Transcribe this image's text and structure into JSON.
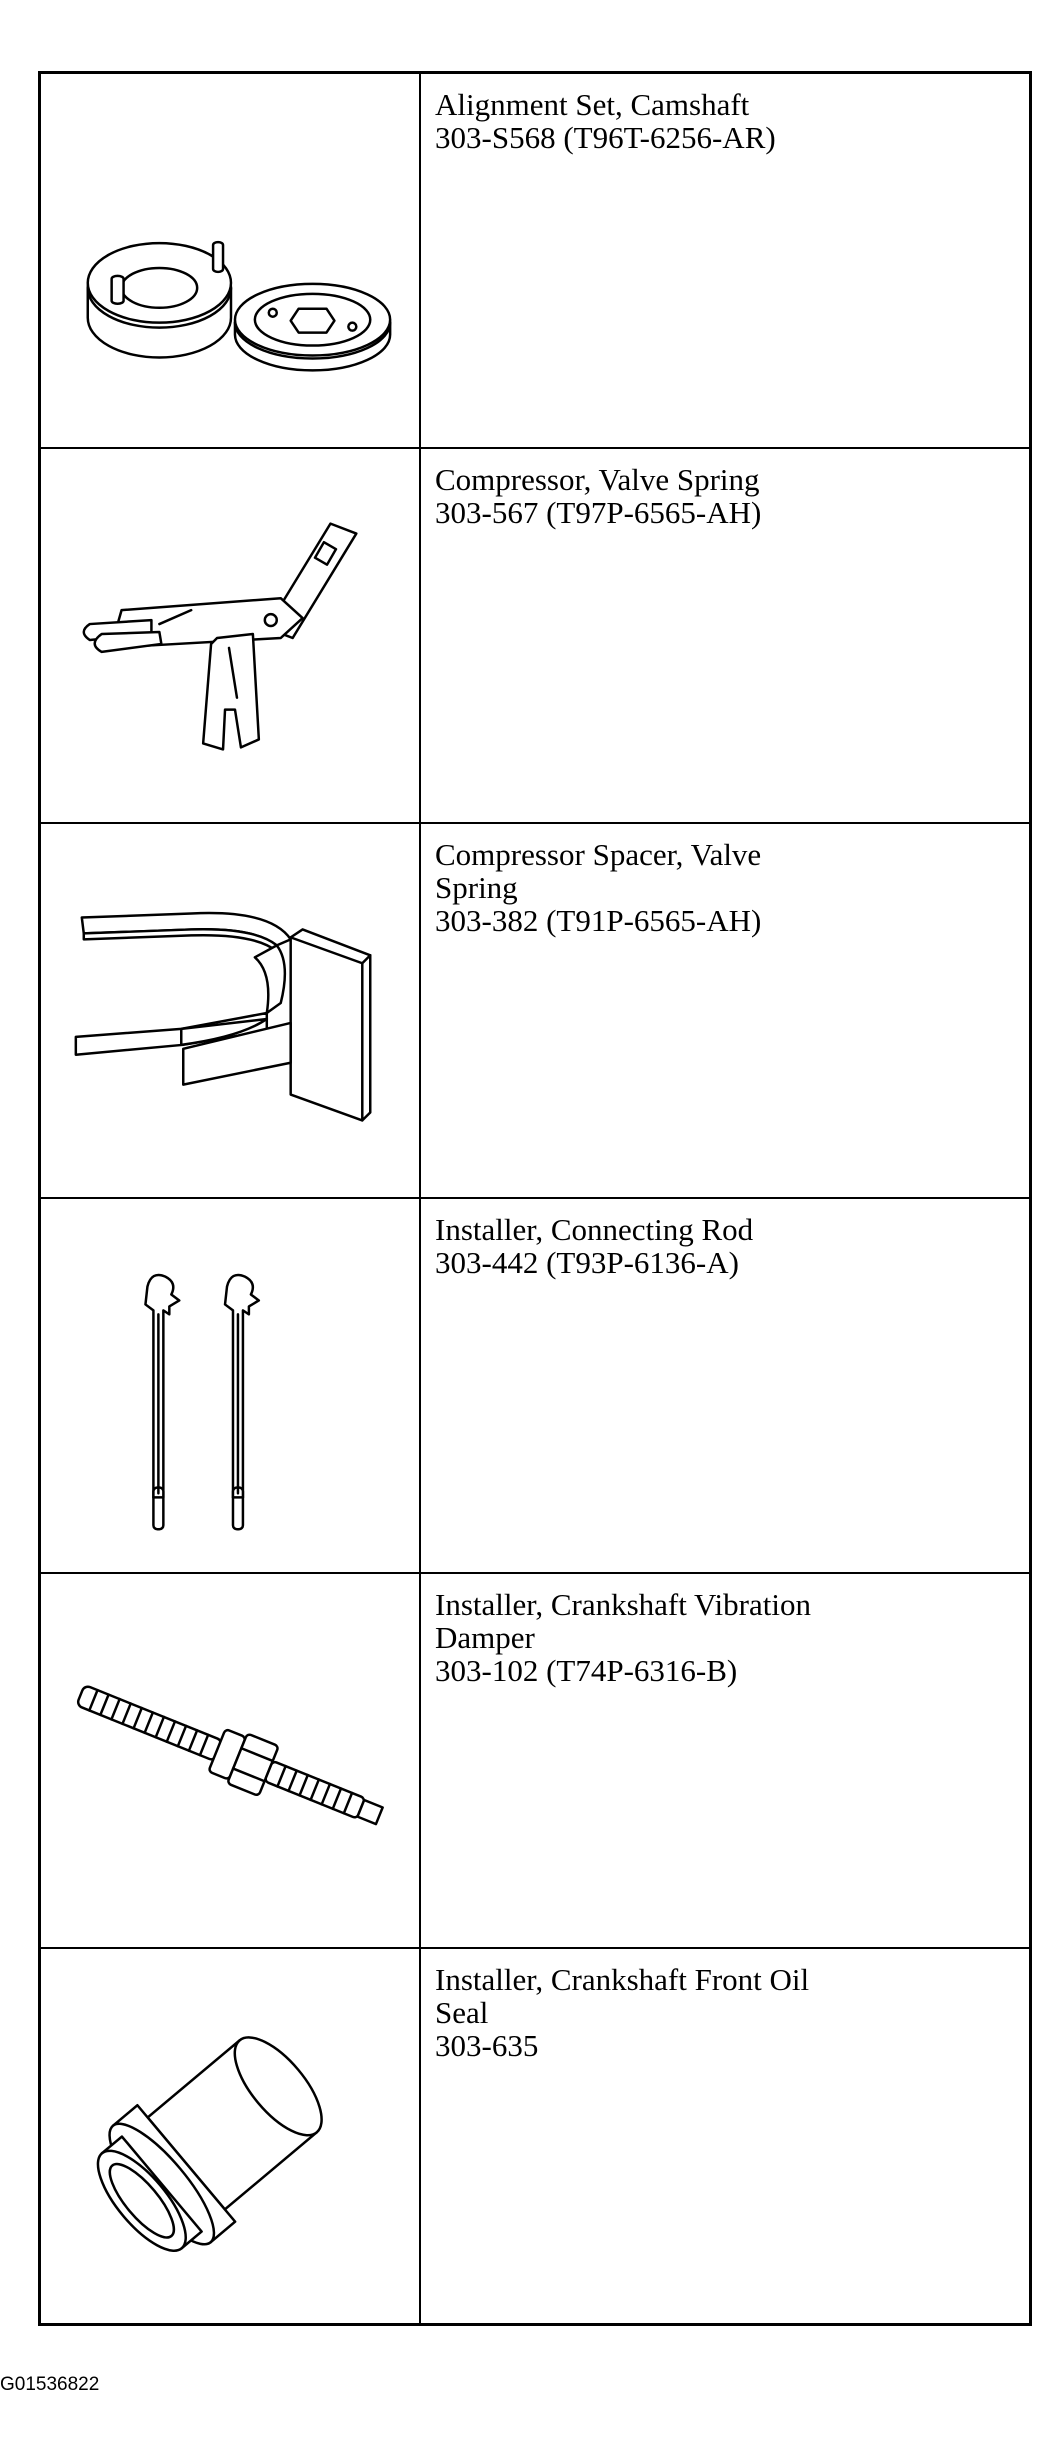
{
  "rows": [
    {
      "name_line1": "Alignment Set, Camshaft",
      "name_line2": "",
      "part_number": "303-S568 (T96T-6256-AR)"
    },
    {
      "name_line1": "Compressor, Valve Spring",
      "name_line2": "",
      "part_number": "303-567 (T97P-6565-AH)"
    },
    {
      "name_line1": "Compressor Spacer, Valve",
      "name_line2": "Spring",
      "part_number": "303-382 (T91P-6565-AH)"
    },
    {
      "name_line1": "Installer, Connecting Rod",
      "name_line2": "",
      "part_number": "303-442 (T93P-6136-A)"
    },
    {
      "name_line1": "Installer, Crankshaft Vibration",
      "name_line2": "Damper",
      "part_number": "303-102 (T74P-6316-B)"
    },
    {
      "name_line1": "Installer, Crankshaft Front Oil",
      "name_line2": "Seal",
      "part_number": "303-635"
    }
  ],
  "footer_code": "G01536822"
}
